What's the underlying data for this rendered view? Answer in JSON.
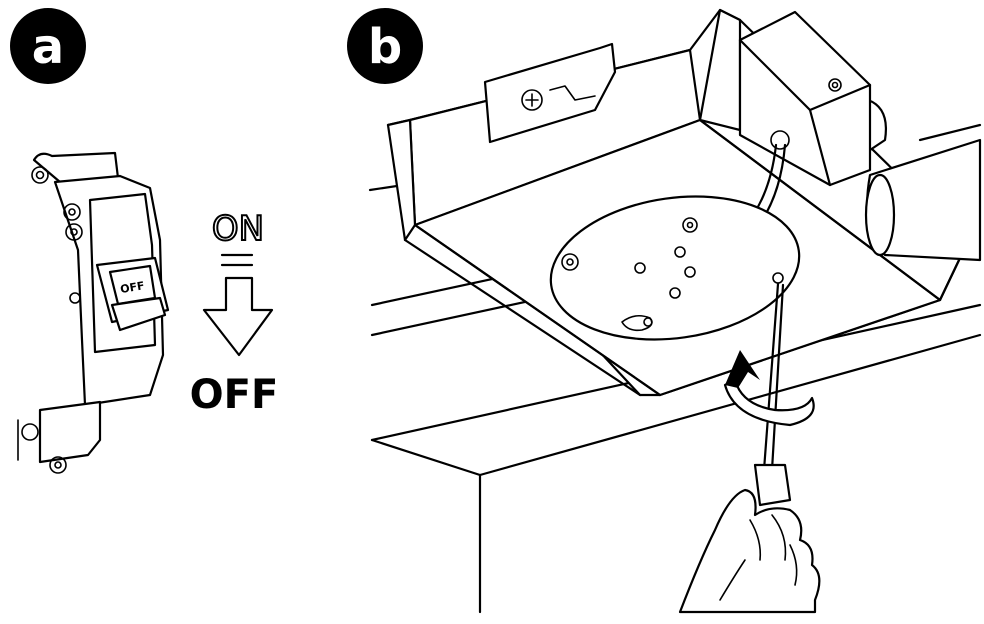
{
  "panels": [
    {
      "badge": "a"
    },
    {
      "badge": "b"
    }
  ],
  "breaker": {
    "switch_label": "OFF",
    "state_from": "ON",
    "state_to": "OFF"
  }
}
